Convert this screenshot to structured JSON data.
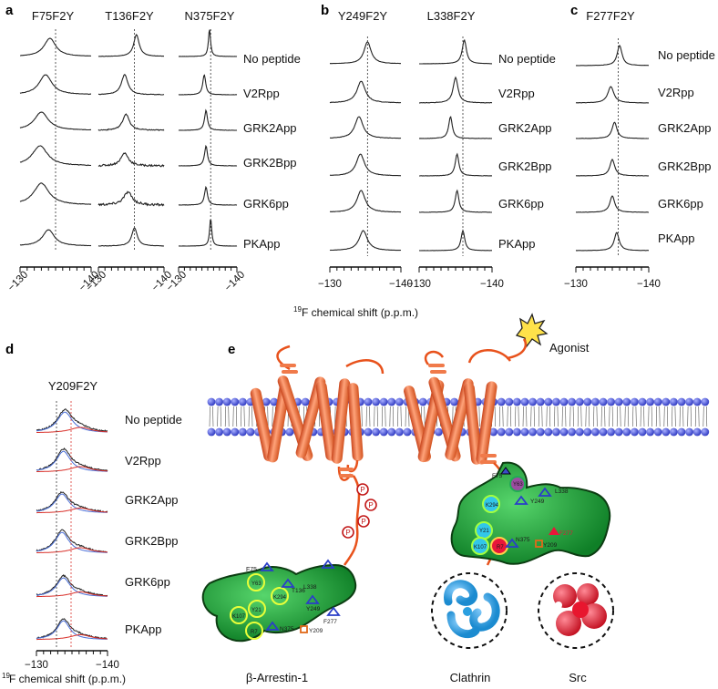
{
  "panels": {
    "a": "a",
    "b": "b",
    "c": "c",
    "d": "d",
    "e": "e"
  },
  "mutants_top": [
    "F75F2Y",
    "T136F2Y",
    "N375F2Y",
    "Y249F2Y",
    "L338F2Y",
    "F277F2Y"
  ],
  "mutant_d": "Y209F2Y",
  "conditions": [
    "No peptide",
    "V2Rpp",
    "GRK2App",
    "GRK2Bpp",
    "GRK6pp",
    "PKApp"
  ],
  "axis_ticks": [
    "−130",
    "−140"
  ],
  "xlabel_sup": "19",
  "xlabel_text": "F chemical shift (p.p.m.)",
  "agonist": "Agonist",
  "phospho": "P",
  "arrestin_label": "β-Arrestin-1",
  "clathrin_label": "Clathrin",
  "src_label": "Src",
  "arrestin_residues": [
    "F75",
    "Y63",
    "K294",
    "T136",
    "L338",
    "Y21",
    "Y249",
    "F277",
    "K107",
    "R7",
    "N375",
    "Y209"
  ],
  "active_residues": [
    "F75",
    "Y63",
    "L338",
    "Y249",
    "K294",
    "Y21",
    "F277",
    "K107",
    "R7",
    "N375",
    "Y209"
  ],
  "colors": {
    "membrane_head": "#4a55d8",
    "helix": "#f07a4a",
    "loop": "#e8521c",
    "arrestin": "#1f9c3a",
    "clathrin": "#2a9fe0",
    "src": "#e8162e",
    "ref_line": "#333333",
    "fit_red": "#d9302a",
    "fit_blue": "#4a6fd8"
  }
}
